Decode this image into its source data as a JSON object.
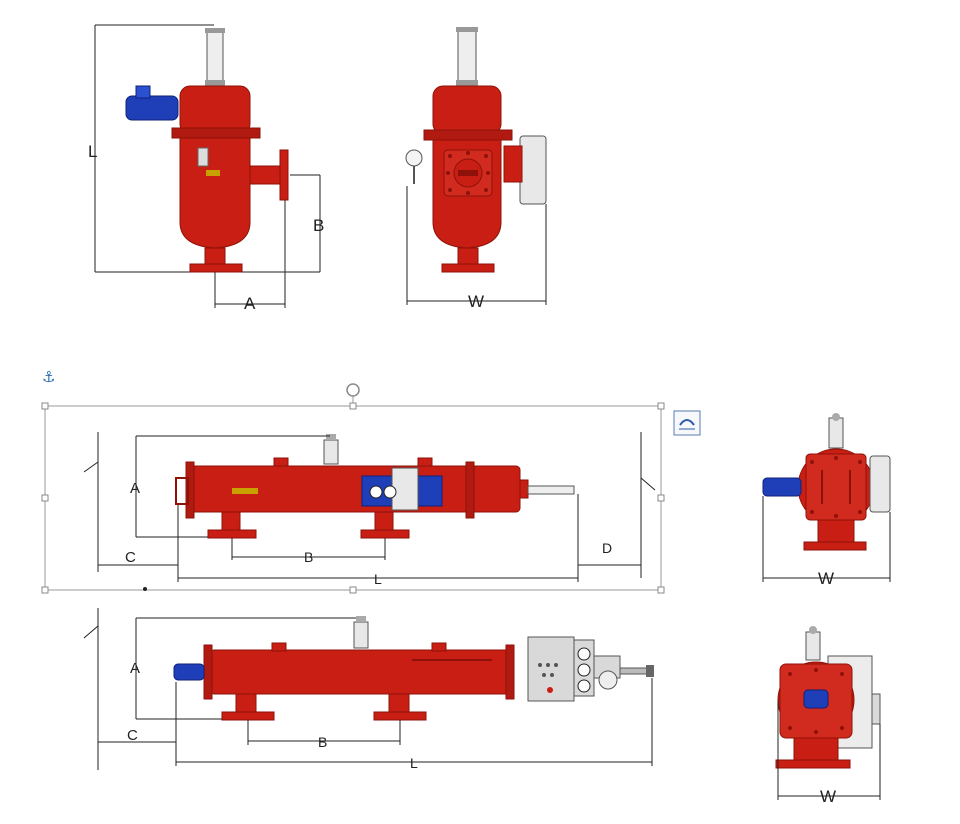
{
  "colors": {
    "body": "#c81e14",
    "body_dark": "#8e1209",
    "valve_blue": "#1f3fb8",
    "panel_gray": "#d9d9d9",
    "dim_line": "#222222",
    "selection": "#9a9a9a"
  },
  "views": {
    "vertical_side": {
      "L": "L",
      "A": "A",
      "B": "B"
    },
    "vertical_front": {
      "W": "W"
    },
    "horizontal_1": {
      "A": "A",
      "B": "B",
      "C": "C",
      "D": "D",
      "L": "L"
    },
    "horizontal_1_end": {
      "W": "W"
    },
    "horizontal_2": {
      "A": "A",
      "B": "B",
      "C": "C",
      "L": "L"
    },
    "horizontal_2_end": {
      "W": "W"
    }
  },
  "icons": {
    "anchor": "anchor-icon",
    "rotate": "rotate-handle-icon",
    "layout_options": "layout-options-icon"
  }
}
